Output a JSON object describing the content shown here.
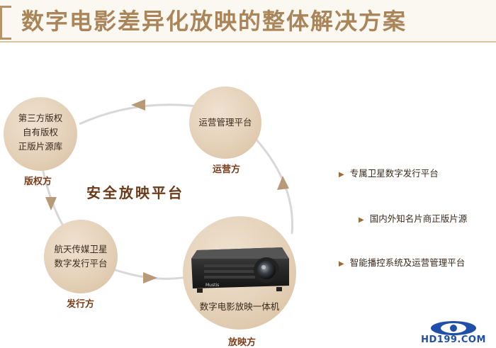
{
  "title": "数字电影差异化放映的整体解决方案",
  "center_label": "安全放映平台",
  "nodes": [
    {
      "lines": [
        "第三方版权",
        "自有版权",
        "正版片源库"
      ],
      "role": "版权方"
    },
    {
      "lines": [
        "运营管理平台"
      ],
      "role": "运营方"
    },
    {
      "lines": [
        "航天传媒卫星",
        "数字发行平台"
      ],
      "role": "发行方"
    },
    {
      "lines": [
        "数字电影放映一体机"
      ],
      "role": "放映方"
    }
  ],
  "projector": {
    "brand": "Mustis"
  },
  "bullets": [
    "专属卫星数字发行平台",
    "国内外知名片商正版片源",
    "智能播控系统及运营管理平台"
  ],
  "watermark": "HD199.COM",
  "colors": {
    "accent": "#a98559",
    "node_fill": "#e3cfb6",
    "label": "#7a3e1c",
    "logo": "#1f4fa8"
  }
}
